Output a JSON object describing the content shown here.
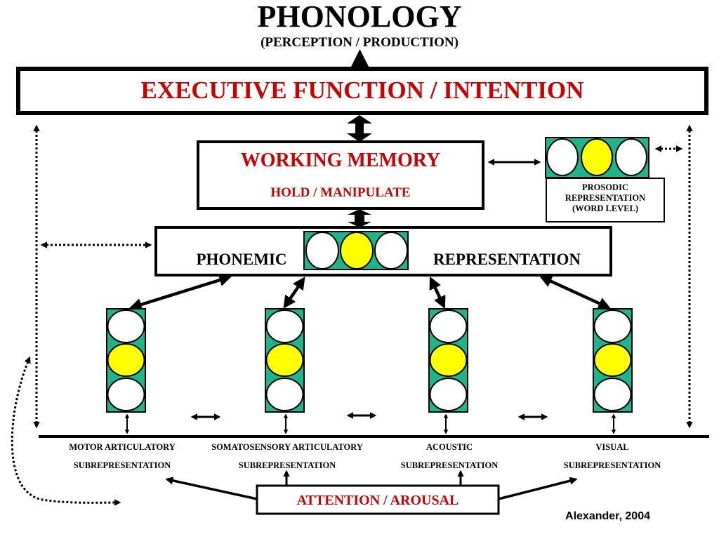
{
  "title": "PHONOLOGY",
  "subtitle": "(PERCEPTION / PRODUCTION)",
  "executive": "EXECUTIVE FUNCTION / INTENTION",
  "working_memory": {
    "title": "WORKING MEMORY",
    "subtitle": "HOLD / MANIPULATE"
  },
  "phonemic": {
    "left": "PHONEMIC",
    "right": "REPRESENTATION"
  },
  "prosodic": {
    "line1": "PROSODIC",
    "line2": "REPRESENTATION",
    "line3": "(WORD LEVEL)"
  },
  "subrepresentations": [
    {
      "line1": "MOTOR  ARTICULATORY",
      "line2": "SUBREPRESENTATION"
    },
    {
      "line1": "SOMATOSENSORY ARTICULATORY",
      "line2": "SUBREPRESENTATION"
    },
    {
      "line1": "ACOUSTIC",
      "line2": "SUBREPRESENTATION"
    },
    {
      "line1": "VISUAL",
      "line2": "SUBREPRESENTATION"
    }
  ],
  "attention": "ATTENTION / AROUSAL",
  "credit": "Alexander, 2004",
  "colors": {
    "red_text": "#cc0000",
    "teal": "#1fb489",
    "yellow": "#ffff00",
    "black": "#000000",
    "white": "#ffffff"
  }
}
